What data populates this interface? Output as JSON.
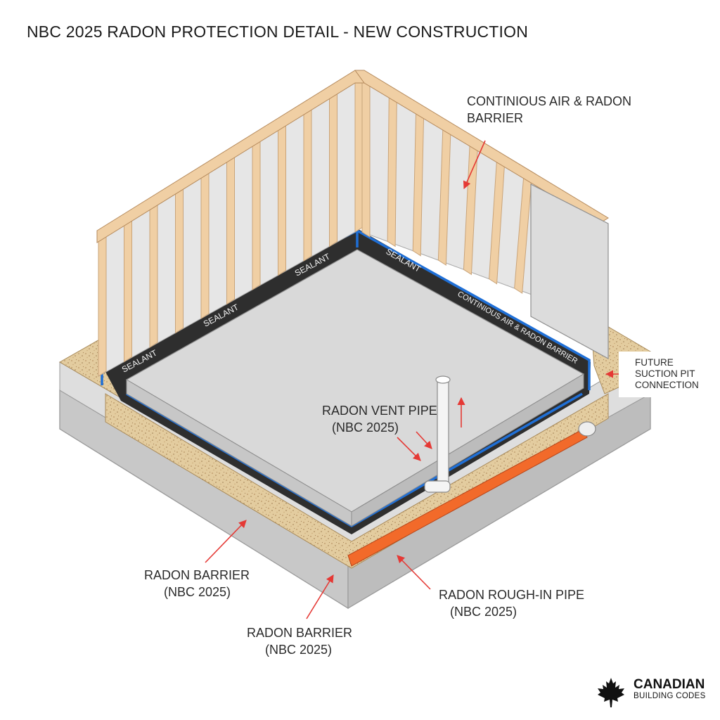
{
  "title": "NBC 2025 RADON PROTECTION DETAIL - NEW CONSTRUCTION",
  "callouts": {
    "air_barrier": {
      "line1": "CONTINIOUS AIR & RADON",
      "line2": "BARRIER"
    },
    "suction_pit": {
      "line1": "FUTURE",
      "line2": "SUCTION PIT",
      "line3": "CONNECTION"
    },
    "vent_pipe": {
      "line1": "RADON VENT PIPE",
      "line2": "(NBC 2025)"
    },
    "barrier_left": {
      "line1": "RADON BARRIER",
      "line2": "(NBC 2025)"
    },
    "barrier_bottom": {
      "line1": "RADON BARRIER",
      "line2": "(NBC 2025)"
    },
    "rough_in": {
      "line1": "RADON ROUGH-IN PIPE",
      "line2": "(NBC 2025)"
    }
  },
  "in_drawing_labels": {
    "sealant": "SEALANT",
    "sealant_upper": "SEALANT",
    "sealant_lower": "SEALANT",
    "sealant_right": "SEALANT",
    "barrier_strip": "CONTINIOUS AIR & RADON BARRIER"
  },
  "logo": {
    "name": "CANADIAN",
    "subtitle": "BUILDING CODES"
  },
  "colors": {
    "lumber": "#f0cfa4",
    "lumber_dark": "#c9a47a",
    "concrete": "#d6d6d6",
    "gravel": "#e0c99a",
    "sealant": "#2e2e2e",
    "barrier_blue": "#1f6fd6",
    "rough_in_orange": "#f26a2a",
    "arrow_red": "#e53935"
  }
}
